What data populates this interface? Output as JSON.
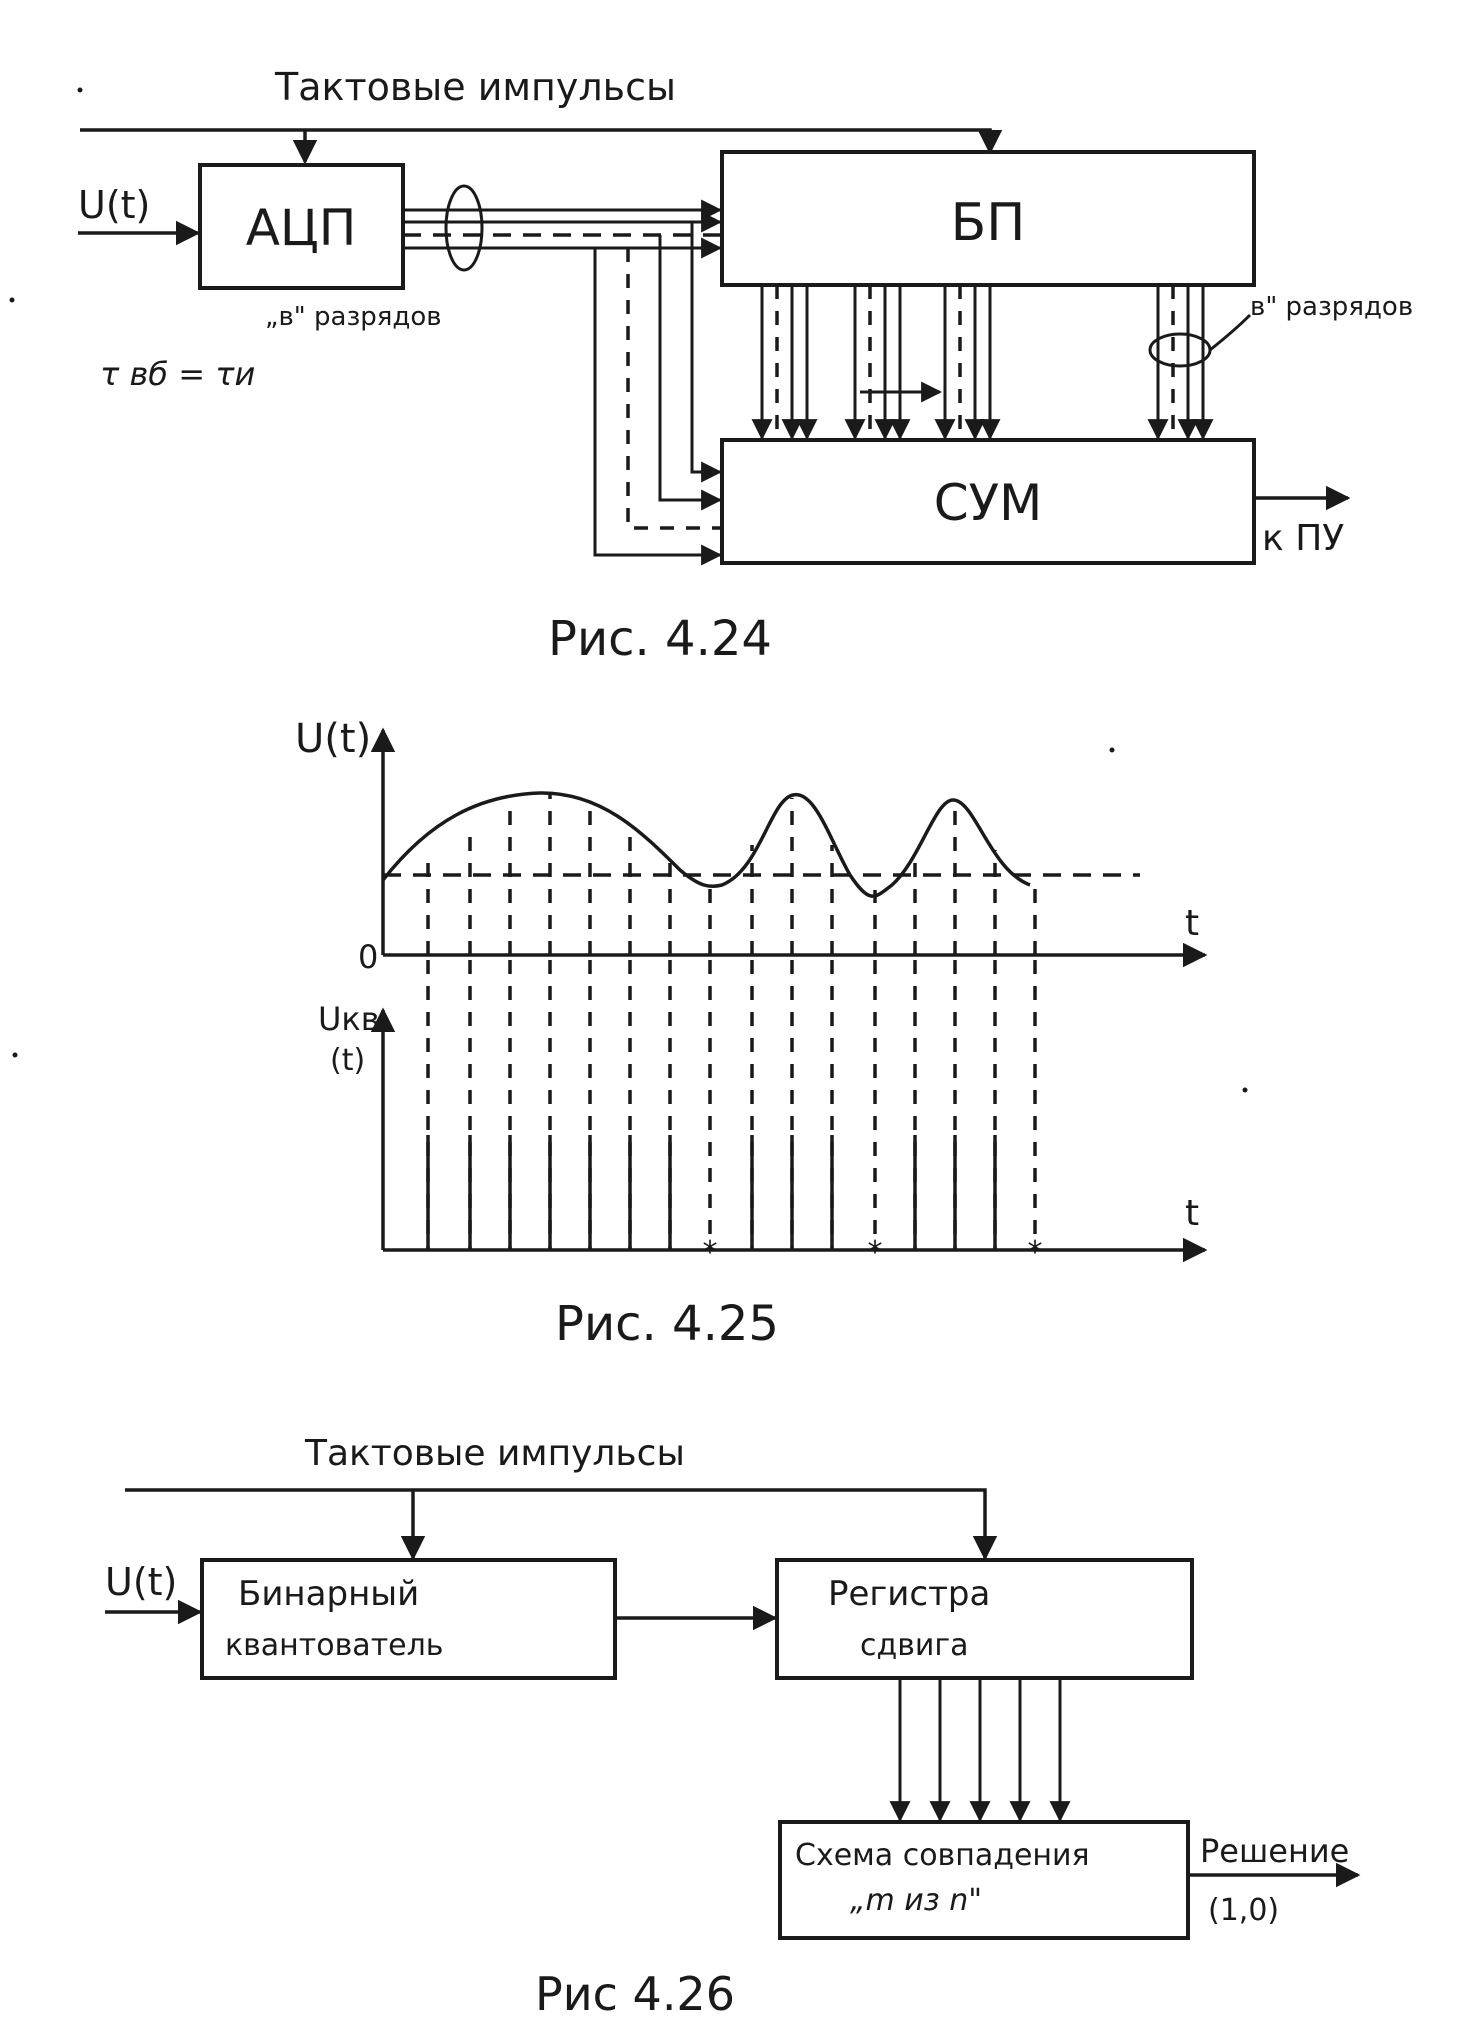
{
  "fig424": {
    "clock_label": "Тактовые импульсы",
    "input_label": "U(t)",
    "adc_label": "АЦП",
    "bp_label": "БП",
    "sum_label": "СУМ",
    "bits_label_1": "„в\" разрядов",
    "bits_label_2": "в\" разрядов",
    "tau_label": "τ вб = τи",
    "output_label": "к ПУ",
    "caption": "Рис. 4.24"
  },
  "fig425": {
    "y_label_top": "U(t)",
    "origin_label": "0",
    "t_label_top": "t",
    "y_label_bottom_1": "Uкв",
    "y_label_bottom_2": "(t)",
    "t_label_bottom": "t",
    "caption": "Рис. 4.25"
  },
  "fig426": {
    "clock_label": "Тактовые импульсы",
    "input_label": "U(t)",
    "quantizer_line1": "Бинарный",
    "quantizer_line2": "квантователь",
    "register_line1": "Регистра",
    "register_line2": "сдвига",
    "coincidence_line1": "Схема совпадения",
    "coincidence_line2": "„m из n\"",
    "decision_label": "Решение",
    "decision_values": "(1,0)",
    "caption": "Рис 4.26"
  }
}
